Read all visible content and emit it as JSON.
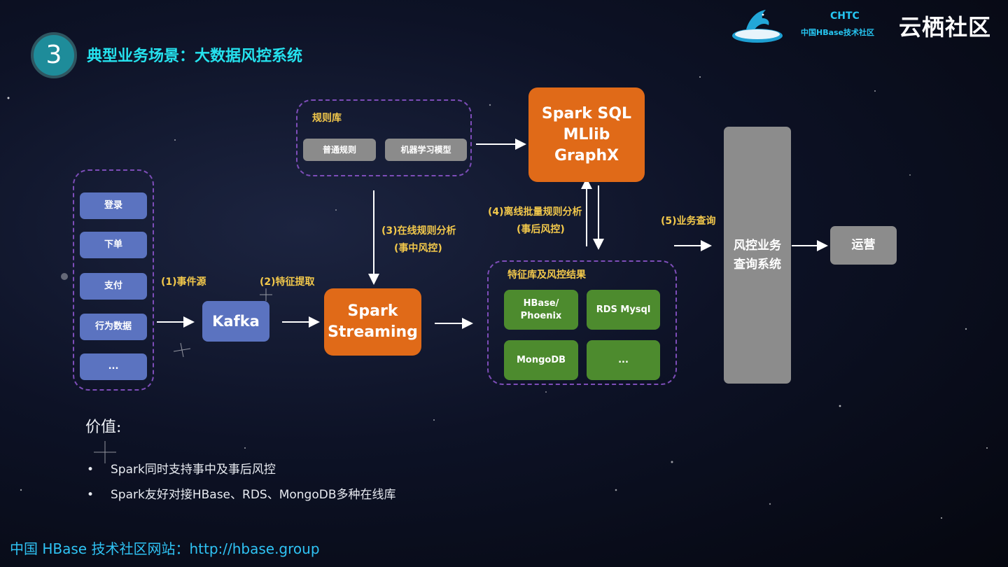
{
  "header": {
    "number": "3",
    "title": "典型业务场景：大数据风控系统",
    "brand": "CHTC",
    "brand_sub": "中国HBase技术社区",
    "community_logo": "云栖社区"
  },
  "events": {
    "items": [
      "登录",
      "下单",
      "支付",
      "行为数据",
      "..."
    ]
  },
  "steps": {
    "s1": "(1)事件源",
    "s2": "(2)特征提取",
    "s3_line1": "(3)在线规则分析",
    "s3_line2": "(事中风控)",
    "s4_line1": "(4)离线批量规则分析",
    "s4_line2": "(事后风控)",
    "s5": "(5)业务查询"
  },
  "kafka": "Kafka",
  "spark_streaming": {
    "line1": "Spark",
    "line2": "Streaming"
  },
  "rules": {
    "label": "规则库",
    "items": [
      "普通规则",
      "机器学习模型"
    ]
  },
  "spark_sql": {
    "line1": "Spark SQL",
    "line2": "MLlib",
    "line3": "GraphX"
  },
  "feature_store": {
    "label": "特征库及风控结果",
    "hbase_line1": "HBase/",
    "hbase_line2": "Phoenix",
    "rds": "RDS Mysql",
    "mongo": "MongoDB",
    "more": "..."
  },
  "query_system": {
    "line1": "风控业务",
    "line2": "查询系统"
  },
  "ops": "运营",
  "value": {
    "title": "价值:",
    "bullets": [
      "Spark同时支持事中及事后风控",
      "Spark友好对接HBase、RDS、MongoDB多种在线库"
    ]
  },
  "footer": "中国 HBase 技术社区网站：http://hbase.group",
  "colors": {
    "title": "#25e2ee",
    "orange": "#e06a18",
    "blue": "#5b73c0",
    "green": "#4d8b2e",
    "gray": "#8c8c8c",
    "dashed": "#7d4db8",
    "step_label": "#f2c84b"
  },
  "icons": {
    "logo": "dolphin-logo-icon"
  }
}
